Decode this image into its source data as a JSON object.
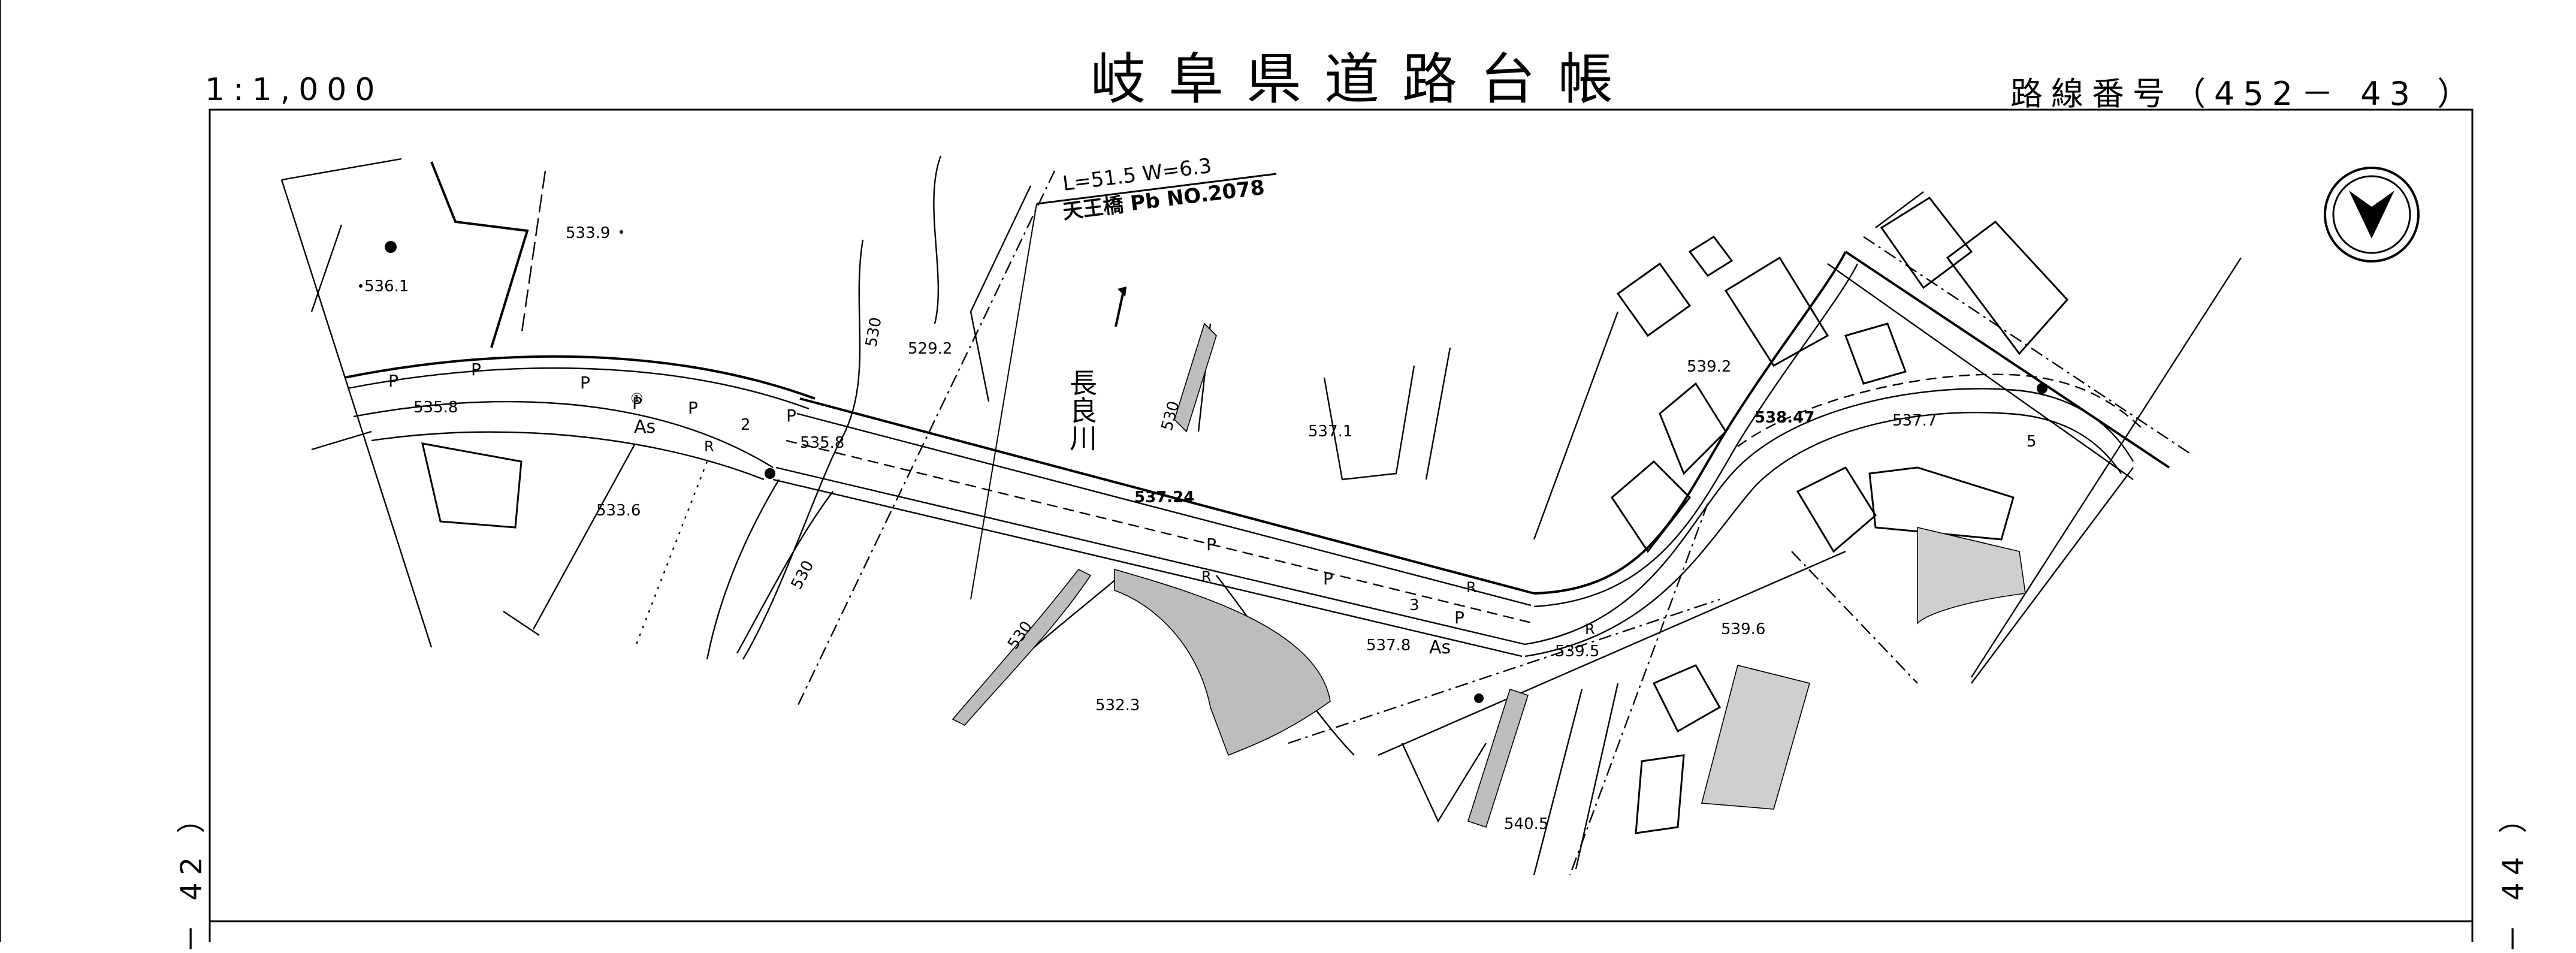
{
  "header": {
    "title": "岐阜県道路台帳",
    "scale": "1:1,000",
    "route_number": "路線番号（452－ 43 ）"
  },
  "adjacent_sheets": {
    "left": "－ 42 ）",
    "right": "－ 44 ）"
  },
  "bridge": {
    "dimensions": "L=51.5 W=6.3",
    "name": "天王橋 Pb NO.2078"
  },
  "river": {
    "name": "長良川"
  },
  "elevations": [
    "533.9",
    "536.1",
    "535.8",
    "535.8",
    "533.6",
    "529.2",
    "530",
    "530",
    "530",
    "530",
    "537.24",
    "537.1",
    "532.3",
    "537.8",
    "539.5",
    "539.2",
    "538.47",
    "537.7",
    "539.6",
    "540.5"
  ],
  "road_labels": [
    "P",
    "P",
    "P",
    "P",
    "P",
    "P",
    "P",
    "P",
    "P",
    "R",
    "R",
    "R",
    "R",
    "As",
    "As",
    "2",
    "3",
    "5",
    "①"
  ],
  "map_symbols": [
    "north-arrow-icon"
  ]
}
